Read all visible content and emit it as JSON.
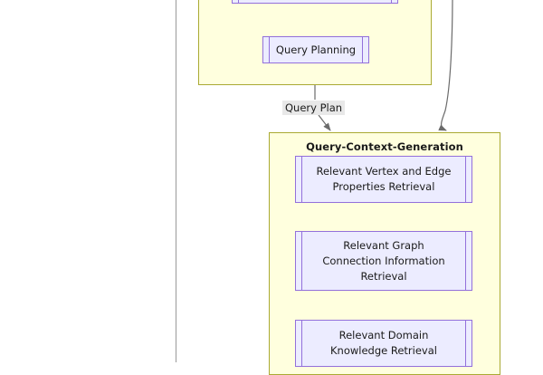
{
  "diagram": {
    "kind": "flowchart",
    "colors": {
      "cluster_fill": "#ffffde",
      "cluster_stroke": "#aaaa33",
      "node_fill": "#ececff",
      "node_stroke": "#9370db",
      "edge_stroke": "#6b6b6b",
      "edge_label_fill": "#e8e8e8",
      "text": "#1a1a1a",
      "frame_rule": "#9a9a9a",
      "background": "#ffffff"
    },
    "clusters": [
      {
        "id": "cluster-upper",
        "title": "",
        "note": "partially visible cluster cropped by the top edge of the screenshot"
      },
      {
        "id": "cluster-query-context-generation",
        "title": "Query-Context-Generation"
      }
    ],
    "nodes": [
      {
        "id": "node-clipped-top",
        "label": "",
        "cluster": "cluster-upper",
        "note": "clipped at top edge, text not visible"
      },
      {
        "id": "node-query-planning",
        "label": "Query Planning",
        "cluster": "cluster-upper"
      },
      {
        "id": "node-relevant-vertex-and-edge-properties-retrieval",
        "label": "Relevant Vertex and Edge Properties Retrieval",
        "line1": "Relevant Vertex and Edge",
        "line2": "Properties Retrieval",
        "cluster": "cluster-query-context-generation"
      },
      {
        "id": "node-relevant-graph-connection-information-retrieval",
        "label": "Relevant Graph Connection Information Retrieval",
        "line1": "Relevant Graph",
        "line2": "Connection Information",
        "line3": "Retrieval",
        "cluster": "cluster-query-context-generation"
      },
      {
        "id": "node-relevant-domain-knowledge-retrieval",
        "label": "Relevant Domain Knowledge Retrieval",
        "line1": "Relevant Domain",
        "line2": "Knowledge Retrieval",
        "cluster": "cluster-query-context-generation"
      }
    ],
    "edges": [
      {
        "id": "edge-query-plan",
        "from": "cluster-upper",
        "to": "cluster-query-context-generation",
        "label": "Query Plan",
        "style": "solid-arrow"
      },
      {
        "id": "edge-incoming-right",
        "from": "",
        "to": "cluster-query-context-generation",
        "label": "",
        "style": "solid-curved-arrow"
      }
    ]
  }
}
